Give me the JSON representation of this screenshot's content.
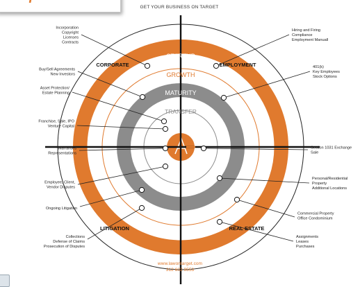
{
  "header": {
    "title": "GET YOUR BUSINESS ON TARGET"
  },
  "colors": {
    "accent": "#e07a2e",
    "gray_ring": "#8c8c8c",
    "line": "#111111"
  },
  "rings": {
    "startup": "STARTUP",
    "growth": "GROWTH",
    "maturity": "MATURITY",
    "transfer": "TRANSFER"
  },
  "quadrants": {
    "corporate": "CORPORATE",
    "employment": "EMPLOYMENT",
    "litigation": "LITIGATION",
    "real_estate": "REAL ESTATE"
  },
  "callouts": [
    {
      "id": "incorporation",
      "side": "left",
      "lines": [
        "Incorporation",
        "Copyright",
        "Licenses",
        "Contracts"
      ]
    },
    {
      "id": "buy-sell",
      "side": "left",
      "lines": [
        "Buy/Sell Agreements",
        "New Investors"
      ]
    },
    {
      "id": "asset-protection",
      "side": "left",
      "lines": [
        "Asset Protection/",
        "Estate Planning"
      ]
    },
    {
      "id": "franchise",
      "side": "left",
      "lines": [
        "Franchise, Sale, IPO",
        "Venture Capital"
      ]
    },
    {
      "id": "warranties",
      "side": "left",
      "lines": [
        "Warranties",
        "Representations"
      ]
    },
    {
      "id": "disputes",
      "side": "left",
      "lines": [
        "Employee, Client,",
        "Vendor Disputes"
      ]
    },
    {
      "id": "ongoing-litigation",
      "side": "left",
      "lines": [
        "Ongoing Litigation"
      ]
    },
    {
      "id": "collections",
      "side": "left",
      "lines": [
        "Collections",
        "Defense of Claims",
        "Prosecution of Disputes"
      ]
    },
    {
      "id": "hiring",
      "side": "right",
      "lines": [
        "Hiring and Firing",
        "Compliance",
        "Employment Manuall"
      ]
    },
    {
      "id": "401k",
      "side": "right",
      "lines": [
        "401(k)",
        "Key Employees",
        "Stock Options"
      ]
    },
    {
      "id": "section-1031",
      "side": "right",
      "lines": [
        "Section 1031 Exchange",
        "Sale"
      ]
    },
    {
      "id": "personal-residential",
      "side": "right",
      "lines": [
        "Personal/Residential",
        "Property",
        "Additional Locations"
      ]
    },
    {
      "id": "commercial",
      "side": "right",
      "lines": [
        "Commercial Property",
        "Office Condominium"
      ]
    },
    {
      "id": "assignments",
      "side": "right",
      "lines": [
        "Assignments",
        "Leases",
        "Purchases"
      ]
    }
  ],
  "footer": {
    "url": "www.lawontarget.com",
    "phone": "312 602 9553"
  }
}
